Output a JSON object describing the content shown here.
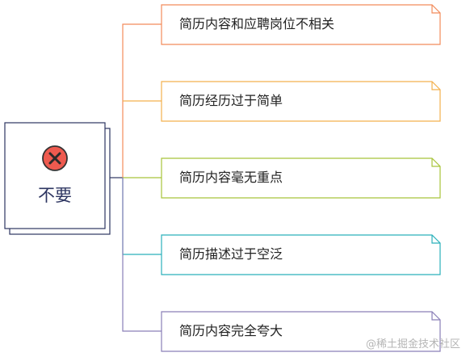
{
  "root": {
    "label": "不要",
    "icon": "close-x-icon",
    "icon_color": "#e74c3c",
    "border_color": "#2d3561"
  },
  "branches": [
    {
      "label": "简历内容和应聘岗位不相关",
      "color": "#f28b5b"
    },
    {
      "label": "简历经历过于简单",
      "color": "#f3b04d"
    },
    {
      "label": "简历内容毫无重点",
      "color": "#a8c43a"
    },
    {
      "label": "简历描述过于空泛",
      "color": "#2bb0ba"
    },
    {
      "label": "简历内容完全夸大",
      "color": "#8a7fb8"
    }
  ],
  "watermark": "@稀土掘金技术社区"
}
